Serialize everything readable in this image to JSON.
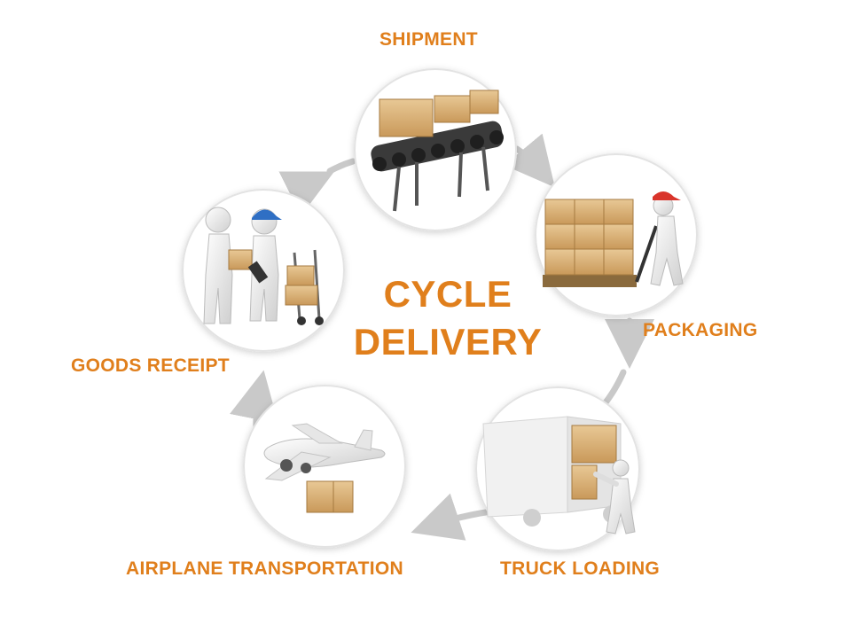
{
  "title": {
    "line1": "CYCLE",
    "line2": "DELIVERY"
  },
  "stages": [
    {
      "id": "shipment",
      "label": "SHIPMENT",
      "image_icon": "conveyor-boxes-icon"
    },
    {
      "id": "packaging",
      "label": "PACKAGING",
      "image_icon": "pallet-jack-worker-icon"
    },
    {
      "id": "truck-loading",
      "label": "TRUCK LOADING",
      "image_icon": "truck-loading-icon"
    },
    {
      "id": "airplane-transportation",
      "label": "AIRPLANE TRANSPORTATION",
      "image_icon": "airplane-cargo-icon"
    },
    {
      "id": "goods-receipt",
      "label": "GOODS RECEIPT",
      "image_icon": "handover-receipt-icon"
    }
  ],
  "colors": {
    "label_text": "#e07f1c",
    "arrow": "#c9c9c9",
    "circle_border": "#e3e3e3",
    "box_light": "#e2c08d",
    "box_dark": "#c79a5b",
    "figure": "#f2f2f2",
    "cap_red": "#d9342b",
    "cap_blue": "#2f6fc4"
  }
}
